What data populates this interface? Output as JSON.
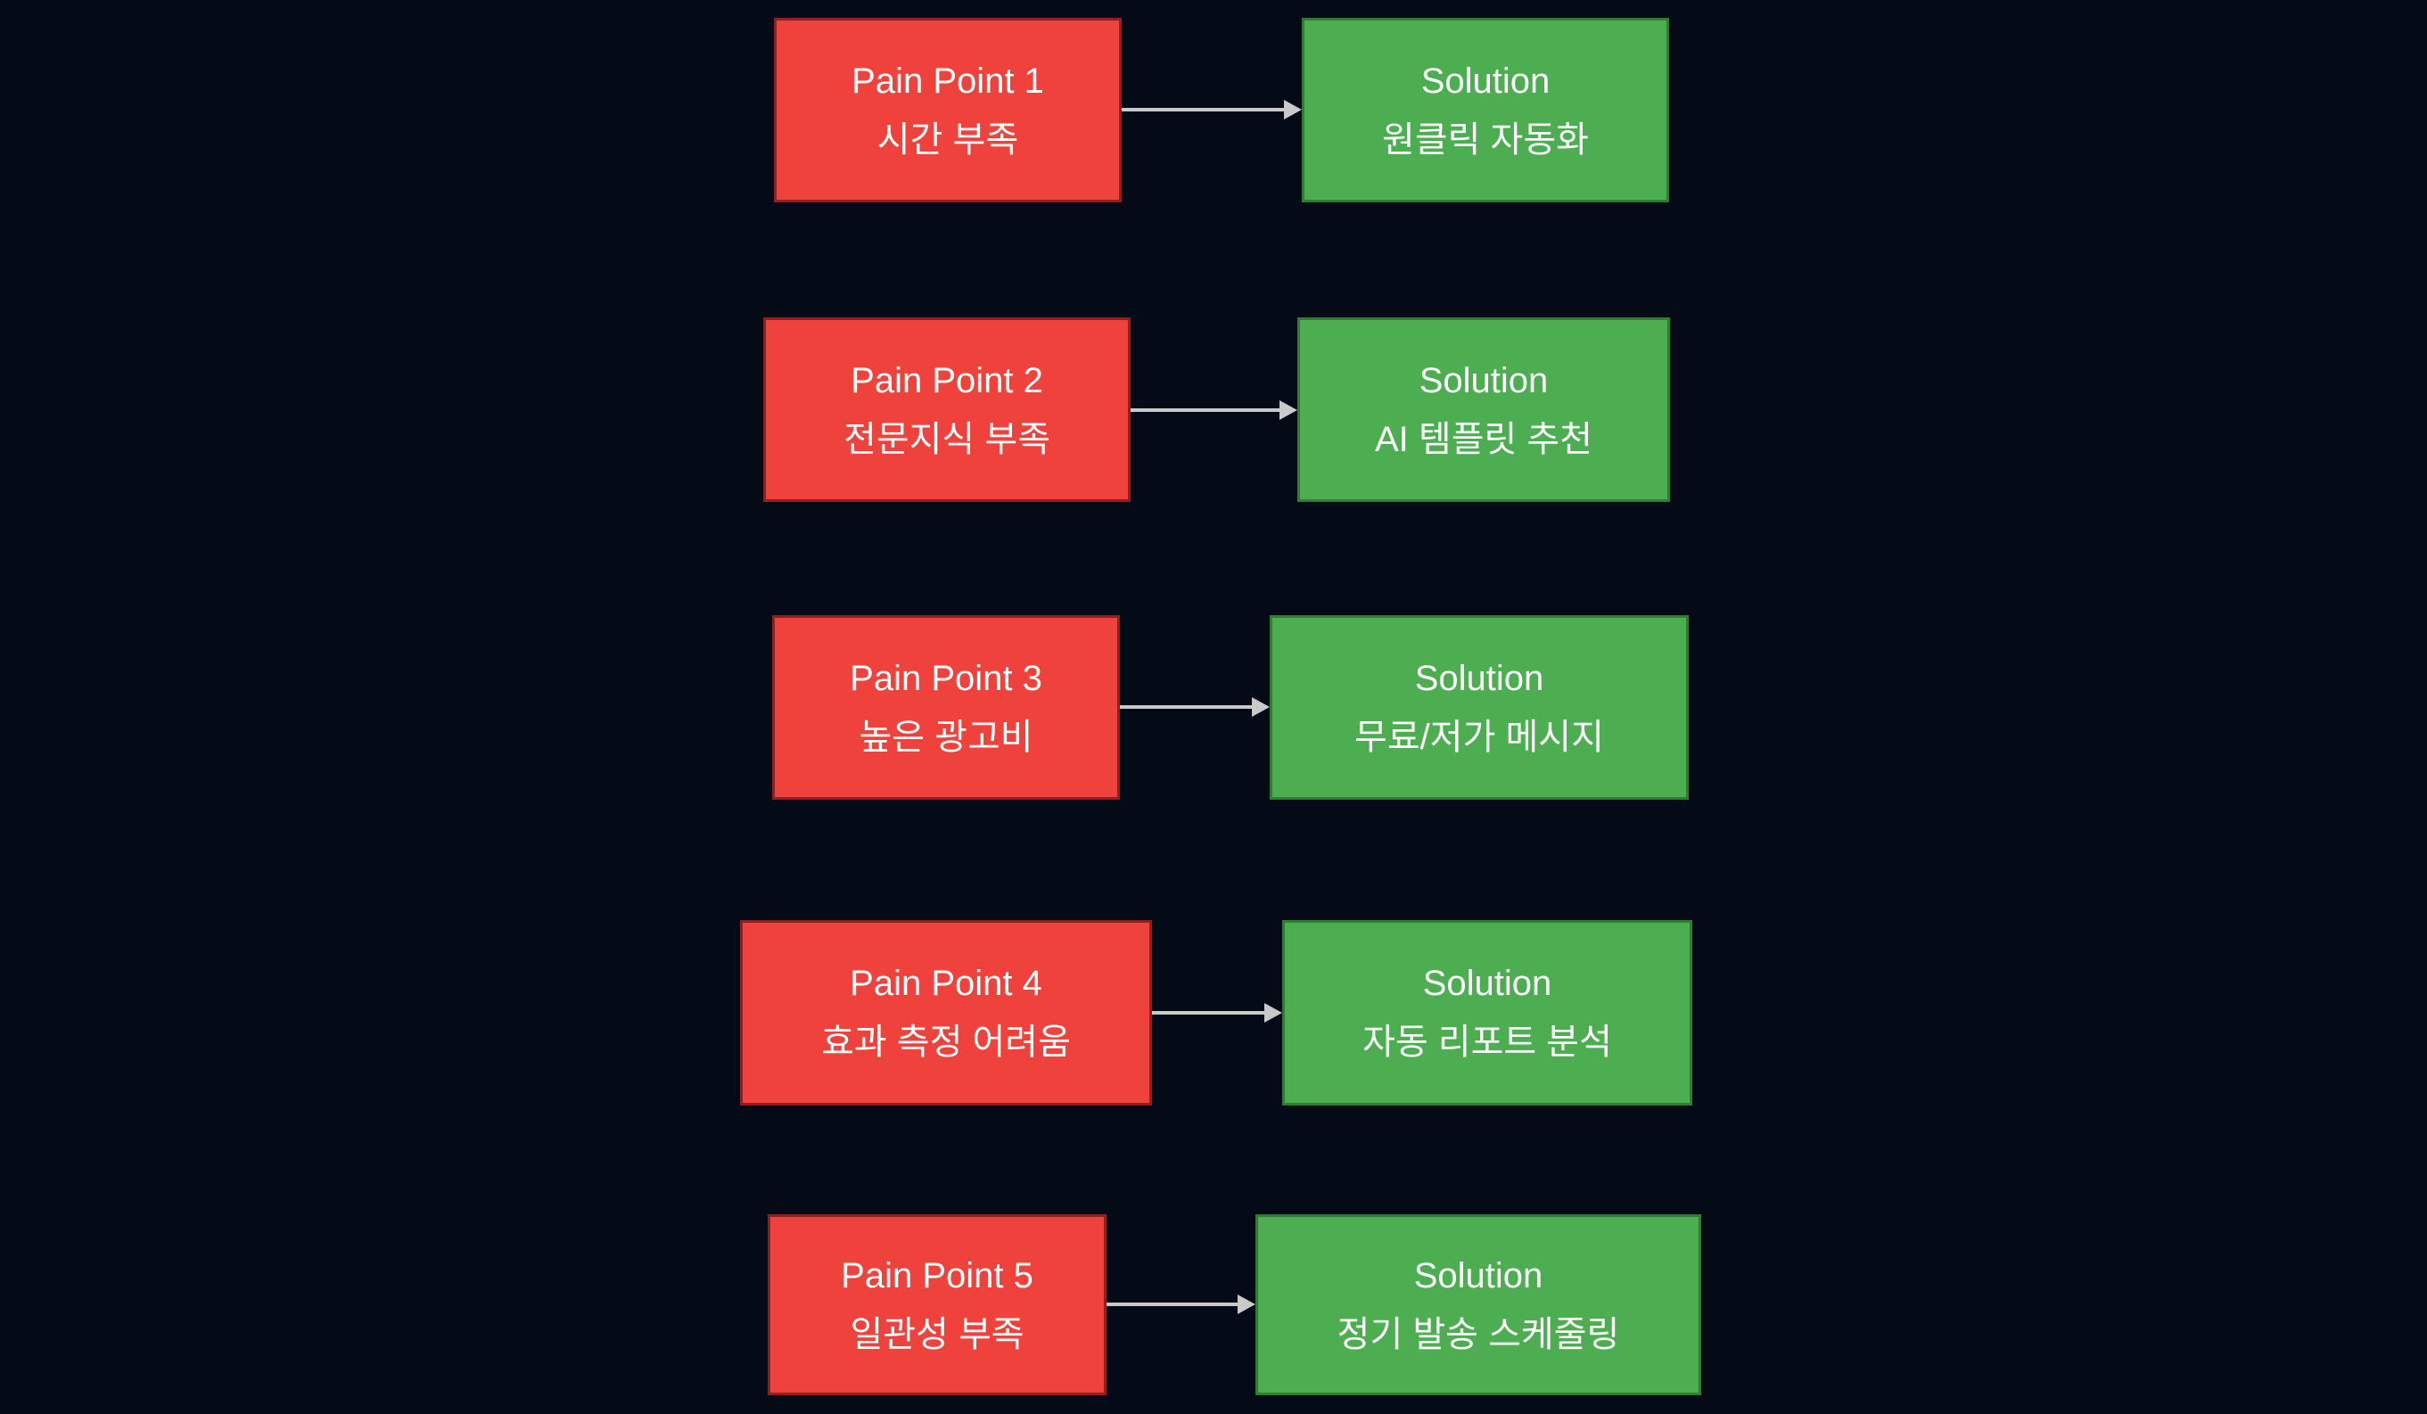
{
  "diagram": {
    "background": "#040a16",
    "arrow_color": "#c9c9c9",
    "pain_style": {
      "fill": "#f0423c",
      "border": "#8e2020",
      "text": "#ffffff"
    },
    "solution_style": {
      "fill": "#4cae51",
      "border": "#2e7d32",
      "text": "#ffffff"
    },
    "rows": [
      {
        "pain_title": "Pain Point 1",
        "pain_detail": "시간 부족",
        "solution_title": "Solution",
        "solution_detail": "원클릭 자동화"
      },
      {
        "pain_title": "Pain Point 2",
        "pain_detail": "전문지식 부족",
        "solution_title": "Solution",
        "solution_detail": "AI 템플릿 추천"
      },
      {
        "pain_title": "Pain Point 3",
        "pain_detail": "높은 광고비",
        "solution_title": "Solution",
        "solution_detail": "무료/저가 메시지"
      },
      {
        "pain_title": "Pain Point 4",
        "pain_detail": "효과 측정 어려움",
        "solution_title": "Solution",
        "solution_detail": "자동 리포트 분석"
      },
      {
        "pain_title": "Pain Point 5",
        "pain_detail": "일관성 부족",
        "solution_title": "Solution",
        "solution_detail": "정기 발송 스케줄링"
      }
    ]
  }
}
